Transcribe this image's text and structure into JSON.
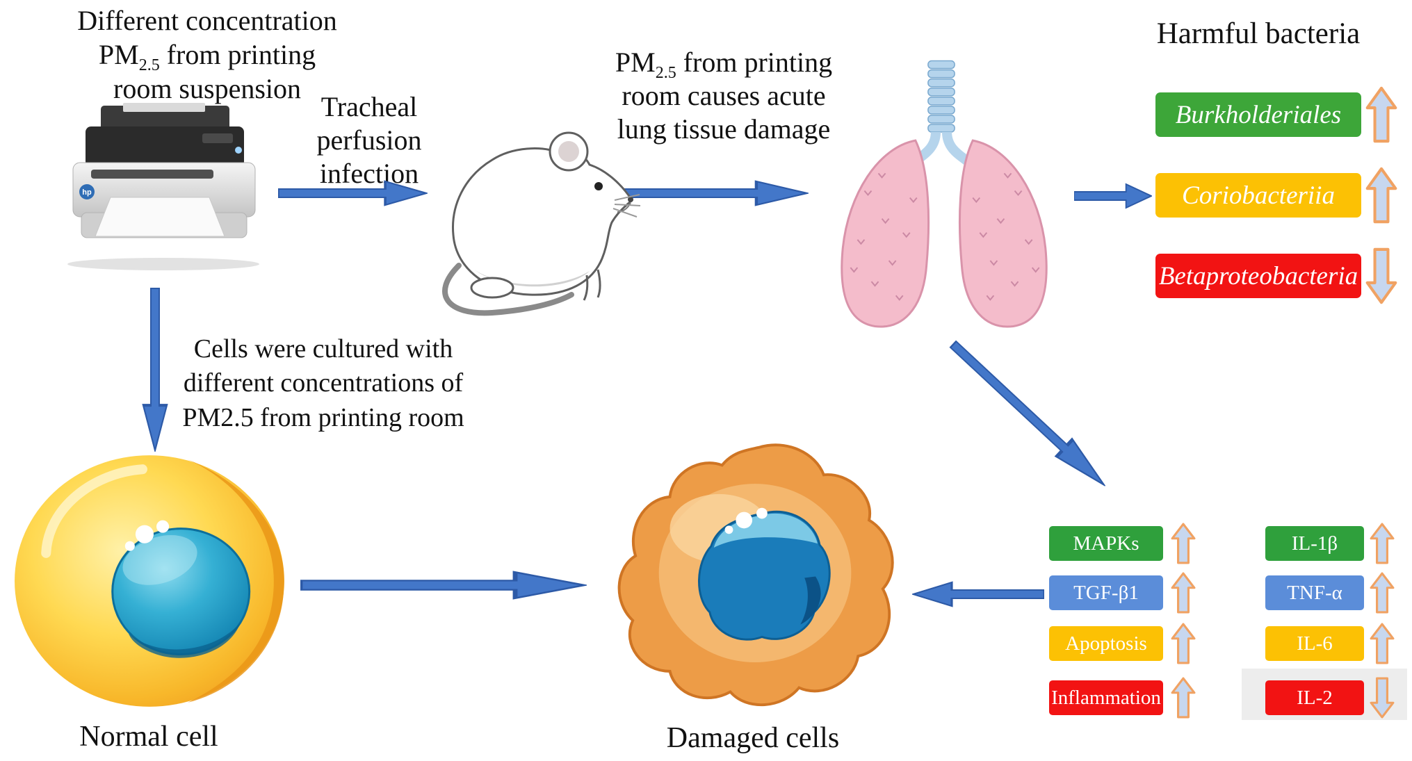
{
  "printer_caption": {
    "line1": "Different concentration",
    "line2_pre": "PM",
    "line2_sub": "2.5",
    "line2_post": " from printing",
    "line3": "room suspension"
  },
  "tracheal_label": {
    "line1": "Tracheal",
    "line2": "perfusion",
    "line3": "infection"
  },
  "lung_damage_label": {
    "line1_pre": "PM",
    "line1_sub": "2.5",
    "line1_post": " from printing",
    "line2": "room causes acute",
    "line3": "lung tissue damage"
  },
  "culture_label": {
    "line1": "Cells were cultured with",
    "line2": "different concentrations of",
    "line3": "PM2.5 from printing room"
  },
  "harmful_bacteria": {
    "title": "Harmful bacteria",
    "items": [
      {
        "label": "Burkholderiales",
        "color": "#3da639",
        "direction": "up"
      },
      {
        "label": "Coriobacteriia",
        "color": "#fcc104",
        "direction": "up"
      },
      {
        "label": "Betaproteobacteria",
        "color": "#f21313",
        "direction": "down"
      }
    ]
  },
  "markers": {
    "column1": [
      {
        "label": "MAPKs",
        "color": "#2fa03c",
        "direction": "up"
      },
      {
        "label": "TGF-β1",
        "color": "#5b8dd9",
        "direction": "up"
      },
      {
        "label": "Apoptosis",
        "color": "#fcc104",
        "direction": "up"
      },
      {
        "label": "Inflammation",
        "color": "#f21313",
        "direction": "up"
      }
    ],
    "column2": [
      {
        "label": "IL-1β",
        "color": "#2fa03c",
        "direction": "up"
      },
      {
        "label": "TNF-α",
        "color": "#5b8dd9",
        "direction": "up"
      },
      {
        "label": "IL-6",
        "color": "#fcc104",
        "direction": "up"
      },
      {
        "label": "IL-2",
        "color": "#f21313",
        "direction": "down"
      }
    ]
  },
  "cell_labels": {
    "normal": "Normal cell",
    "damaged": "Damaged cells"
  },
  "icons": {
    "printer": "printer-icon",
    "mouse": "mouse-icon",
    "lungs": "lungs-icon",
    "normal_cell": "normal-cell-icon",
    "damaged_cell": "damaged-cell-icon"
  },
  "colors": {
    "flow_arrow": "#4377c9",
    "trend_arrow_fill": "#c7d7ef",
    "trend_arrow_outline": "#f0a263"
  }
}
